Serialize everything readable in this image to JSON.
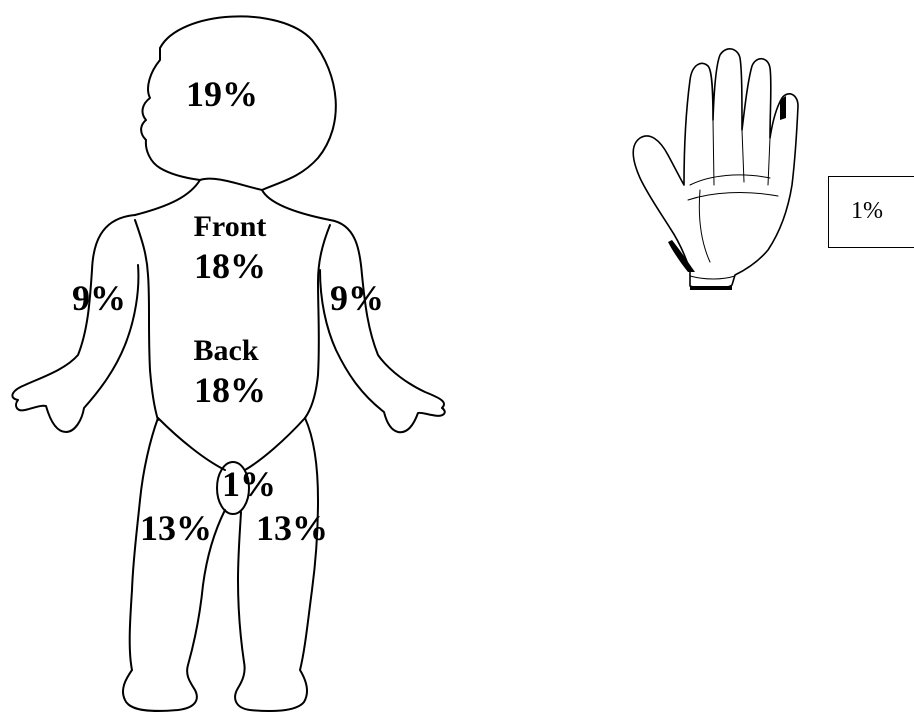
{
  "figure": {
    "line_color": "#000000",
    "background": "#ffffff"
  },
  "labels": {
    "head": "19%",
    "front_title": "Front",
    "front_value": "18%",
    "back_title": "Back",
    "back_value": "18%",
    "left_arm": "9%",
    "right_arm": "9%",
    "genital": "1%",
    "left_leg": "13%",
    "right_leg": "13%"
  },
  "hand_box": {
    "value": "1%"
  }
}
